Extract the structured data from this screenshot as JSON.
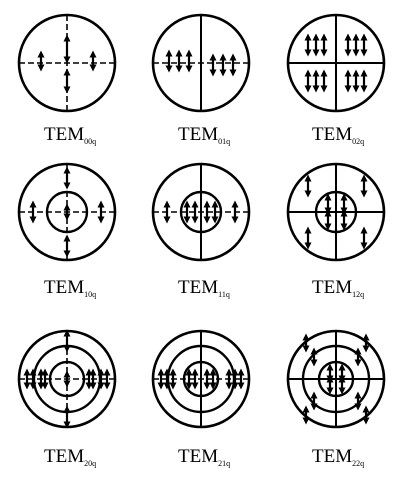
{
  "figure": {
    "modes": [
      {
        "label": "TEM",
        "sub": "00q"
      },
      {
        "label": "TEM",
        "sub": "01q"
      },
      {
        "label": "TEM",
        "sub": "02q"
      },
      {
        "label": "TEM",
        "sub": "10q"
      },
      {
        "label": "TEM",
        "sub": "11q"
      },
      {
        "label": "TEM",
        "sub": "12q"
      },
      {
        "label": "TEM",
        "sub": "20q"
      },
      {
        "label": "TEM",
        "sub": "21q"
      },
      {
        "label": "TEM",
        "sub": "22q"
      }
    ]
  }
}
